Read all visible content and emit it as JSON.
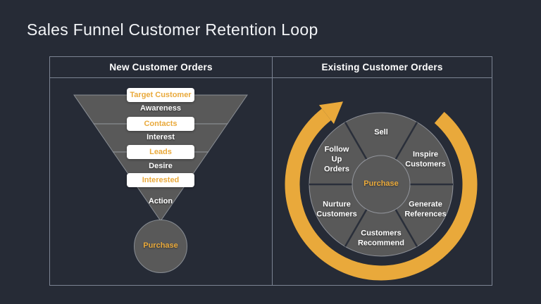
{
  "title": "Sales Funnel Customer Retention Loop",
  "panels": {
    "left": {
      "header": "New Customer Orders",
      "funnel": {
        "pills": [
          "Target Customer",
          "Contacts",
          "Leads",
          "Interested"
        ],
        "stages": [
          "Awareness",
          "Interest",
          "Desire",
          "Action"
        ],
        "outcome": "Purchase"
      }
    },
    "right": {
      "header": "Existing Customer Orders",
      "wheel": {
        "center": "Purchase",
        "segments": [
          "Sell",
          "Inspire Customers",
          "Generate References",
          "Customers Recommend",
          "Nurture Customers",
          "Follow Up Orders"
        ],
        "loop_direction": "clockwise"
      }
    }
  },
  "colors": {
    "background": "#262B36",
    "accent_orange": "#E9A93B",
    "shape_gray": "#595959",
    "panel_border": "#7C8493",
    "label_white": "#FFFFFF",
    "pill_background": "#FFFFFF"
  }
}
